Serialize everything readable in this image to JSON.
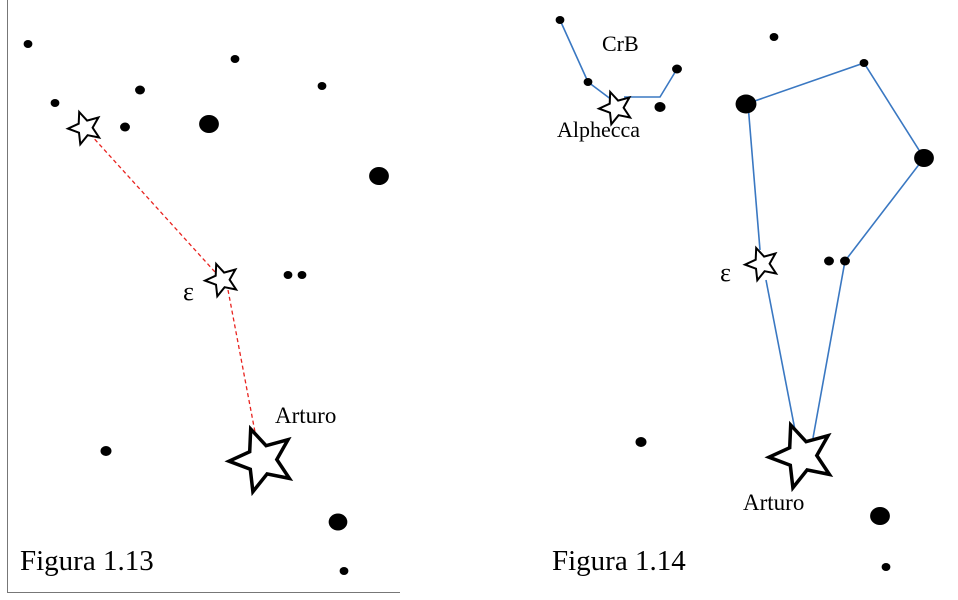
{
  "figure_left": {
    "caption": "Figura 1.13",
    "epsilon_label": "ε",
    "arturo_label": "Arturo",
    "line_color": "#e8231f"
  },
  "figure_right": {
    "caption": "Figura 1.14",
    "crb_label": "CrB",
    "alphecca_label": "Alphecca",
    "epsilon_label": "ε",
    "arturo_label": "Arturo",
    "line_color": "#3a78c2"
  }
}
